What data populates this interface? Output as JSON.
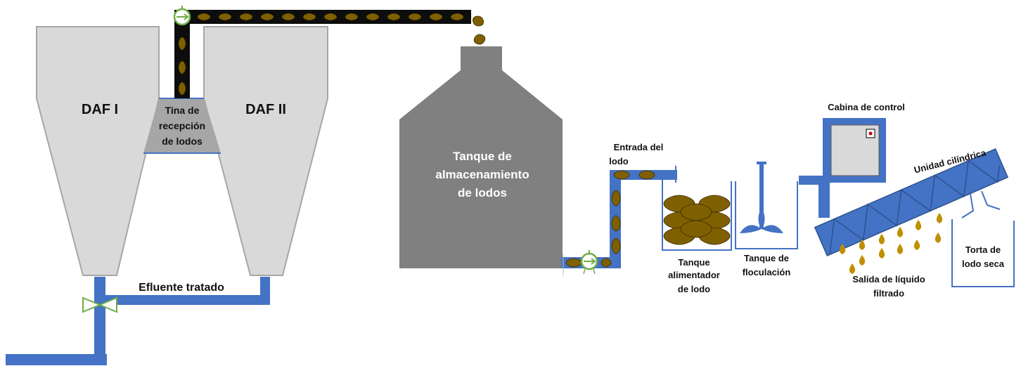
{
  "labels": {
    "daf1": "DAF I",
    "daf2": "DAF II",
    "tina": [
      "Tina de",
      "recepción",
      "de lodos"
    ],
    "efluente": "Efluente tratado",
    "tanque_alm": [
      "Tanque de",
      "almacenamiento",
      "de lodos"
    ],
    "entrada": [
      "Entrada del",
      "lodo"
    ],
    "cabina": "Cabina de control",
    "unidad": "Unidad cilíndrica",
    "tanque_alim": [
      "Tanque",
      "alimentador",
      "de lodo"
    ],
    "tanque_floc": [
      "Tanque de",
      "floculación"
    ],
    "salida": [
      "Salida de líquido",
      "filtrado"
    ],
    "torta": [
      "Torta de",
      "lodo seca"
    ]
  },
  "colors": {
    "daf_fill": "#d9d9d9",
    "daf_stroke": "#a6a6a6",
    "tina_fill": "#a6a6a6",
    "storage_tank": "#808080",
    "pipe_blue": "#4472c4",
    "sludge_pipe": "#0d0d0d",
    "sludge_blob": "#7f6000",
    "filtrate_drop": "#bf9000",
    "pump_green": "#70ad47",
    "cabin_fill": "#d9d9d9",
    "cabin_indicator": "#c00000"
  },
  "icons": [
    "pump-icon",
    "valve-icon",
    "sludge-blob-icon",
    "filtrate-drop-icon",
    "mixer-icon"
  ]
}
